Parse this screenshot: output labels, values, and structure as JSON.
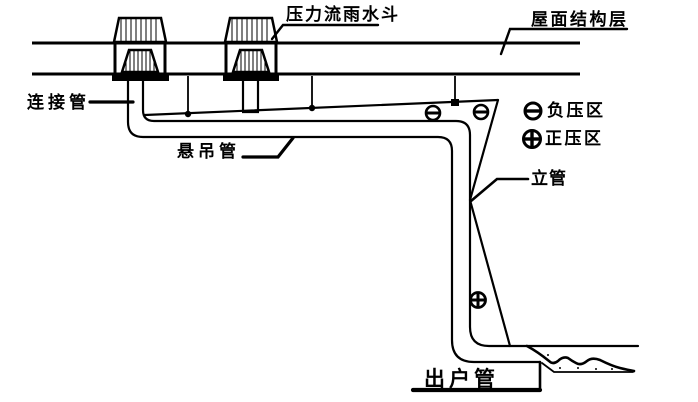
{
  "diagram": {
    "title_context": "pressure-flow roof rainwater drainage schematic",
    "labels": {
      "rain_hopper": "压力流雨水斗",
      "roof_structure": "屋面结构层",
      "connecting_pipe": "连接管",
      "suspended_pipe": "悬吊管",
      "riser_pipe": "立管",
      "outlet_pipe": "出户管"
    },
    "legend": {
      "items": [
        {
          "symbol": "circled-minus-icon",
          "label": "负压区"
        },
        {
          "symbol": "circled-plus-icon",
          "label": "正压区"
        }
      ]
    },
    "colors": {
      "line": "#000000",
      "background": "#ffffff"
    }
  }
}
